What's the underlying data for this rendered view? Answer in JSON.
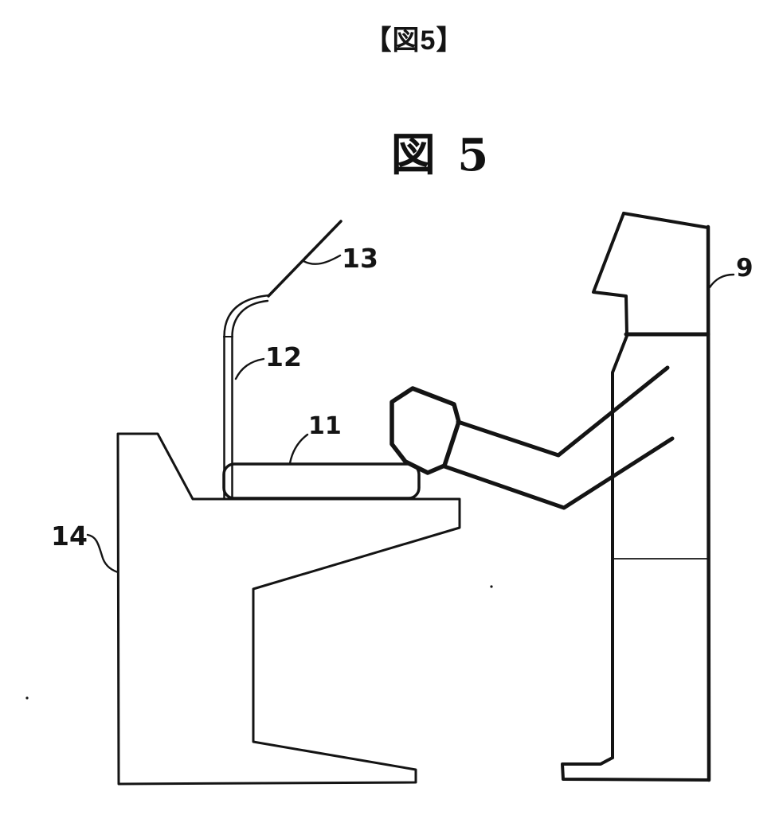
{
  "header": {
    "figure_tag": "【図5】"
  },
  "figure": {
    "title": "図 5",
    "labels": {
      "ref9": "9",
      "ref11": "11",
      "ref12": "12",
      "ref13": "13",
      "ref14": "14"
    }
  },
  "colors": {
    "ink": "#141414",
    "background": "#ffffff"
  }
}
